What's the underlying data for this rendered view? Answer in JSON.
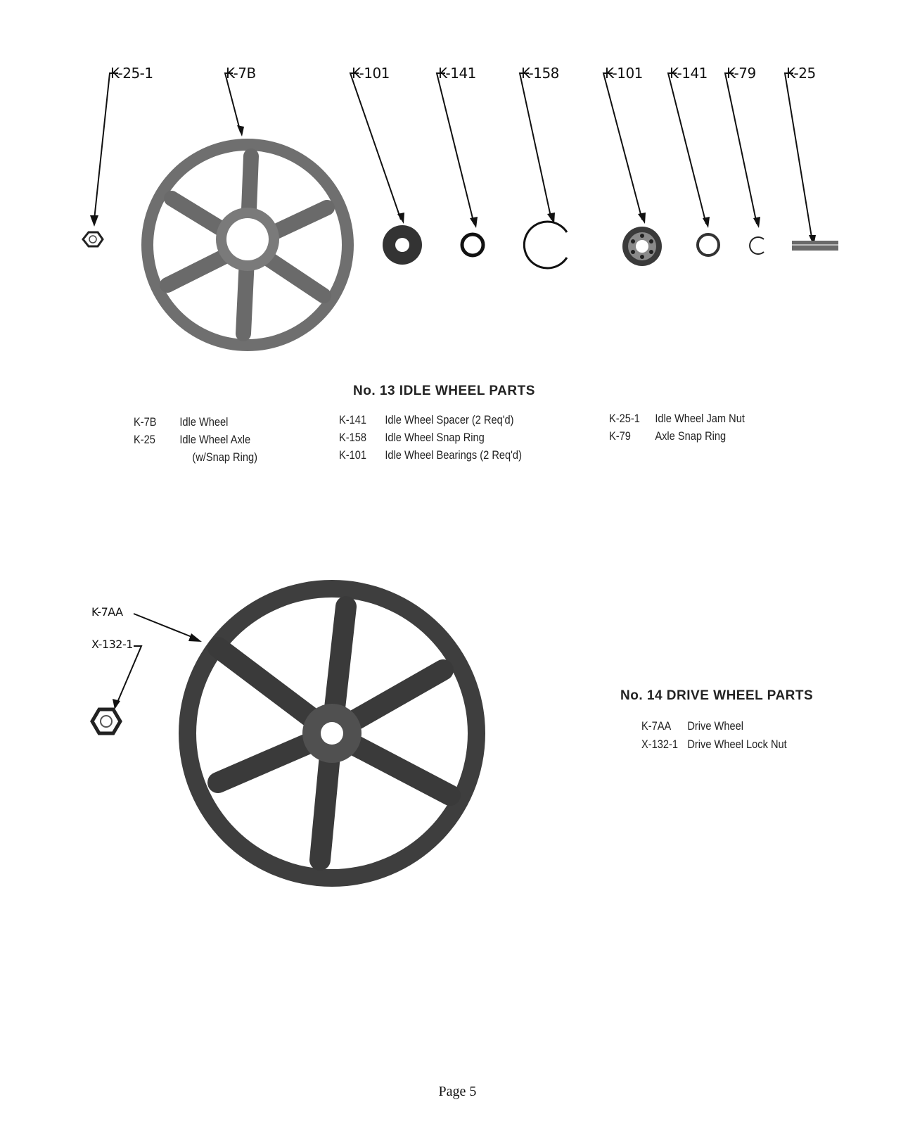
{
  "section1": {
    "callouts": [
      "K-25-1",
      "K-7B",
      "K-101",
      "K-141",
      "K-158",
      "K-101",
      "K-141",
      "K-79",
      "K-25"
    ],
    "title": "No. 13 IDLE WHEEL PARTS",
    "col1": [
      {
        "code": "K-7B",
        "desc": "Idle Wheel"
      },
      {
        "code": "K-25",
        "desc": "Idle Wheel Axle"
      },
      {
        "code": "",
        "desc": "(w/Snap Ring)"
      }
    ],
    "col2": [
      {
        "code": "K-141",
        "desc": "Idle Wheel Spacer (2 Req'd)"
      },
      {
        "code": "K-158",
        "desc": "Idle Wheel Snap Ring"
      },
      {
        "code": "K-101",
        "desc": "Idle Wheel Bearings (2 Req'd)"
      }
    ],
    "col3": [
      {
        "code": "K-25-1",
        "desc": "Idle Wheel Jam Nut"
      },
      {
        "code": "K-79",
        "desc": "Axle Snap Ring"
      }
    ]
  },
  "section2": {
    "callouts": [
      "K-7AA",
      "X-132-1"
    ],
    "title": "No. 14 DRIVE WHEEL PARTS",
    "parts": [
      {
        "code": "K-7AA",
        "desc": "Drive Wheel"
      },
      {
        "code": "X-132-1",
        "desc": "Drive Wheel Lock Nut"
      }
    ]
  },
  "footer": {
    "page": "Page 5"
  }
}
